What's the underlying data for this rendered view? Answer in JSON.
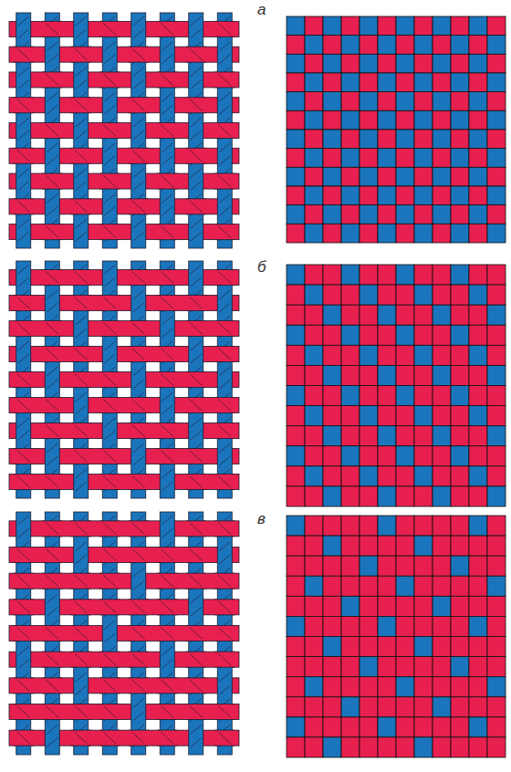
{
  "diagram": {
    "labels": [
      "а",
      "б",
      "в"
    ]
  }
}
